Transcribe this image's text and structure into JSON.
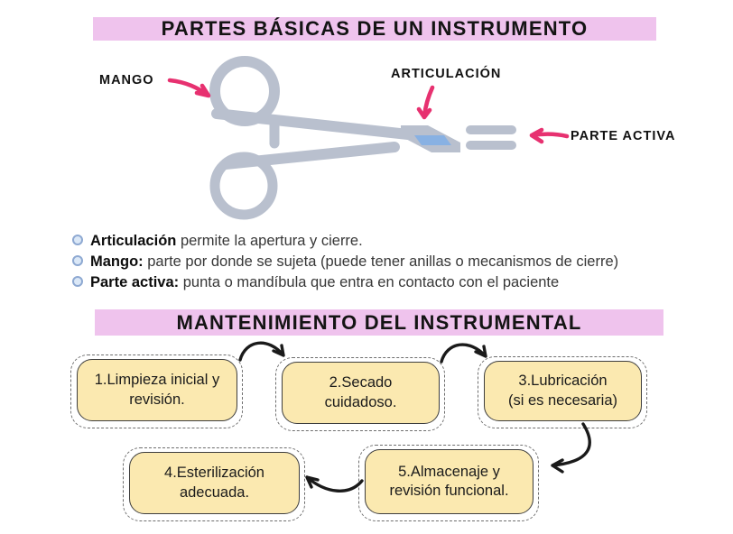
{
  "section_parts": {
    "title": "PARTES BÁSICAS DE UN INSTRUMENTO",
    "labels": {
      "mango": "MANGO",
      "articulacion": "ARTICULACIÓN",
      "parte_activa": "PARTE ACTIVA"
    },
    "diagram": {
      "instrument": "hemostat-forceps"
    },
    "bullets": [
      {
        "term": "Articulación",
        "rest": " permite la apertura y cierre."
      },
      {
        "term": "Mango:",
        "rest": " parte por donde se sujeta (puede tener anillas o mecanismos de cierre)"
      },
      {
        "term": "Parte activa:",
        "rest": " punta o mandíbula que entra en contacto con el paciente"
      }
    ]
  },
  "section_maintenance": {
    "title": "MANTENIMIENTO DEL INSTRUMENTAL",
    "steps": [
      {
        "line1": "1.Limpieza inicial y",
        "line2": "revisión."
      },
      {
        "line1": "2.Secado",
        "line2": "cuidadoso."
      },
      {
        "line1": "3.Lubricación",
        "line2": "(si es necesaria)"
      },
      {
        "line1": "4.Esterilización",
        "line2": "adecuada."
      },
      {
        "line1": "5.Almacenaje y",
        "line2": "revisión funcional."
      }
    ],
    "flow_arrows_as_drawn": [
      "1→2",
      "2→3",
      "3→5",
      "5→4"
    ]
  },
  "colors": {
    "header_bg": "#efc3ed",
    "step_bg": "#fbe9b0",
    "instrument_gray": "#b9c0ce",
    "joint_blue": "#88b1e3",
    "label_arrow_pink": "#e73170",
    "flow_arrow_black": "#1a1a1a",
    "bullet_fill": "#dbe8f7",
    "bullet_border": "#8ea9d2"
  }
}
